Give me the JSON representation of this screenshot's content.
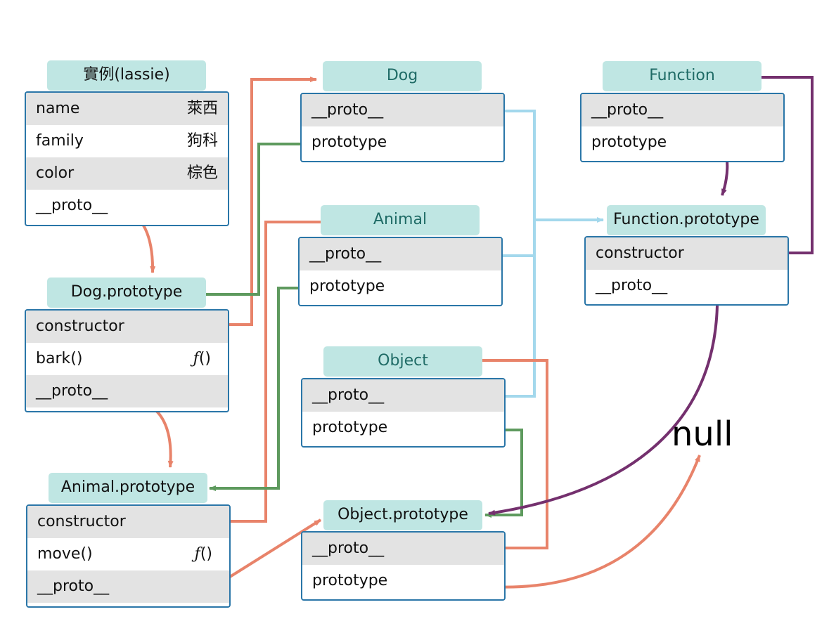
{
  "lassie": {
    "title": "實例(lassie)",
    "rows": [
      {
        "label": "name",
        "value": "萊西"
      },
      {
        "label": "family",
        "value": "狗科"
      },
      {
        "label": "color",
        "value": "棕色"
      },
      {
        "label": "__proto__",
        "value": ""
      }
    ]
  },
  "dog": {
    "title": "Dog",
    "rows": [
      {
        "label": "__proto__"
      },
      {
        "label": "prototype"
      }
    ]
  },
  "function": {
    "title": "Function",
    "rows": [
      {
        "label": "__proto__"
      },
      {
        "label": "prototype"
      }
    ]
  },
  "dog_prototype": {
    "title": "Dog.prototype",
    "rows": [
      {
        "label": "constructor"
      },
      {
        "label": "bark()",
        "fn": "ƒ",
        "paren": "()"
      },
      {
        "label": "__proto__"
      }
    ]
  },
  "animal": {
    "title": "Animal",
    "rows": [
      {
        "label": "__proto__"
      },
      {
        "label": "prototype"
      }
    ]
  },
  "function_prototype": {
    "title": "Function.prototype",
    "rows": [
      {
        "label": "constructor"
      },
      {
        "label": "__proto__"
      }
    ]
  },
  "object": {
    "title": "Object",
    "rows": [
      {
        "label": "__proto__"
      },
      {
        "label": "prototype"
      }
    ]
  },
  "animal_prototype": {
    "title": "Animal.prototype",
    "rows": [
      {
        "label": "constructor"
      },
      {
        "label": "move()",
        "fn": "ƒ",
        "paren": "()"
      },
      {
        "label": "__proto__"
      }
    ]
  },
  "object_prototype": {
    "title": "Object.prototype",
    "rows": [
      {
        "label": "__proto__"
      },
      {
        "label": "prototype"
      }
    ]
  },
  "null_label": "null",
  "colors": {
    "proto": "#e8836a",
    "prototype": "#5e9a5e",
    "link": "#a3d8ec",
    "function": "#74306e",
    "header_bg": "#bfe6e3",
    "border": "#2a76a8",
    "row_shade": "#e3e3e3"
  }
}
